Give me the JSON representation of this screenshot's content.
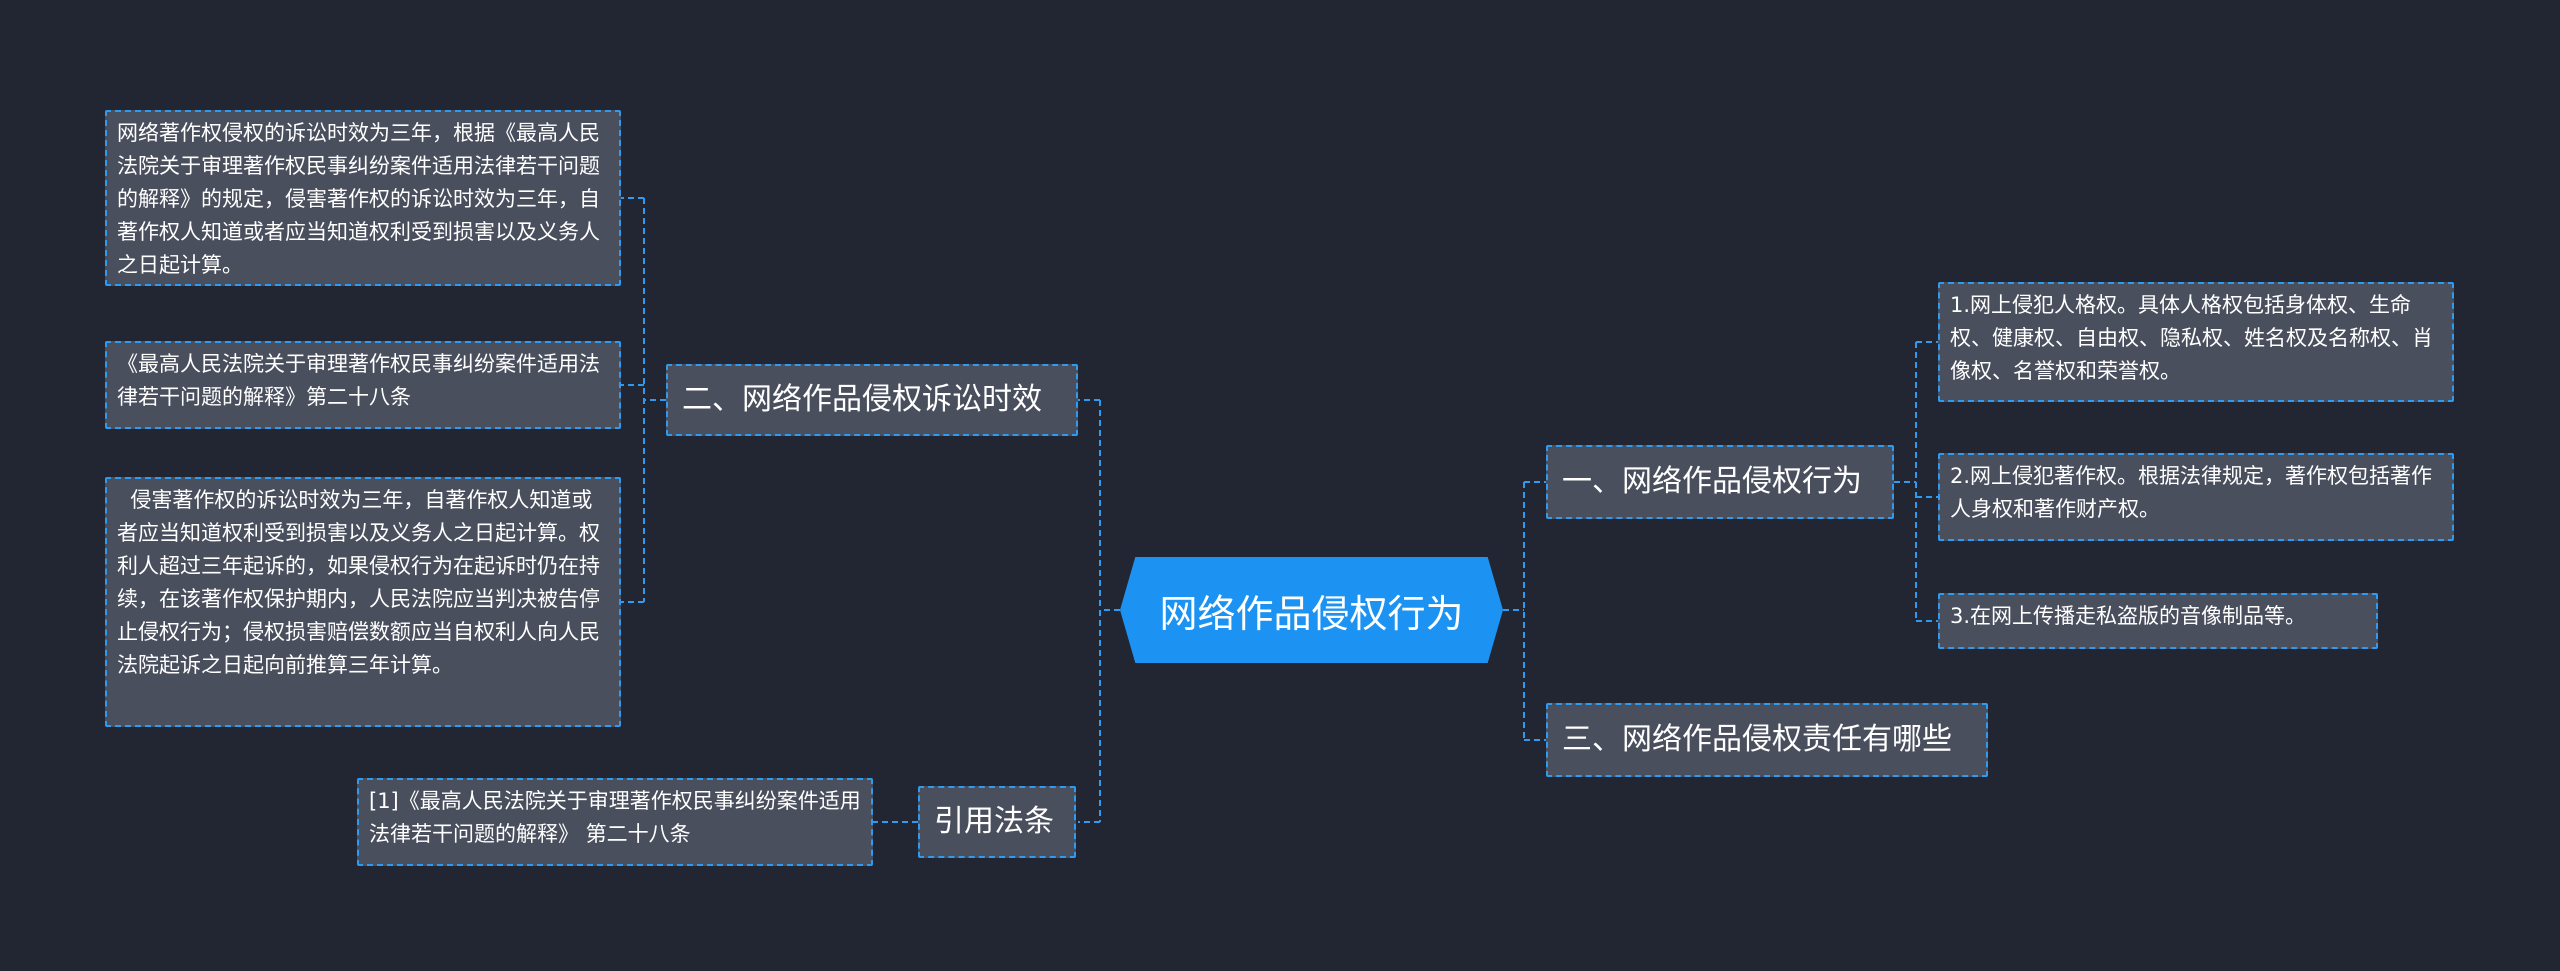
{
  "center": {
    "label": "网络作品侵权行为"
  },
  "left": {
    "branch_2": {
      "label": "二、网络作品侵权诉讼时效",
      "leaves": [
        "网络著作权侵权的诉讼时效为三年，根据《最高人民法院关于审理著作权民事纠纷案件适用法律若干问题的解释》的规定，侵害著作权的诉讼时效为三年，自著作权人知道或者应当知道权利受到损害以及义务人之日起计算。",
        "《最高人民法院关于审理著作权民事纠纷案件适用法律若干问题的解释》第二十八条",
        "  侵害著作权的诉讼时效为三年，自著作权人知道或者应当知道权利受到损害以及义务人之日起计算。权利人超过三年起诉的，如果侵权行为在起诉时仍在持续，在该著作权保护期内，人民法院应当判决被告停止侵权行为；侵权损害赔偿数额应当自权利人向人民法院起诉之日起向前推算三年计算。"
      ]
    },
    "citation": {
      "label": "引用法条",
      "leaves": [
        "[1]《最高人民法院关于审理著作权民事纠纷案件适用法律若干问题的解释》 第二十八条"
      ]
    }
  },
  "right": {
    "branch_1": {
      "label": "一、网络作品侵权行为",
      "leaves": [
        "1.网上侵犯人格权。具体人格权包括身体权、生命权、健康权、自由权、隐私权、姓名权及名称权、肖像权、名誉权和荣誉权。",
        "2.网上侵犯著作权。根据法律规定，著作权包括著作人身权和著作财产权。",
        "3.在网上传播走私盗版的音像制品等。"
      ]
    },
    "branch_3": {
      "label": "三、网络作品侵权责任有哪些"
    }
  },
  "colors": {
    "background": "#222633",
    "center": "#1c93f2",
    "node": "#4a4f5e",
    "connector": "#2e9bf0"
  }
}
